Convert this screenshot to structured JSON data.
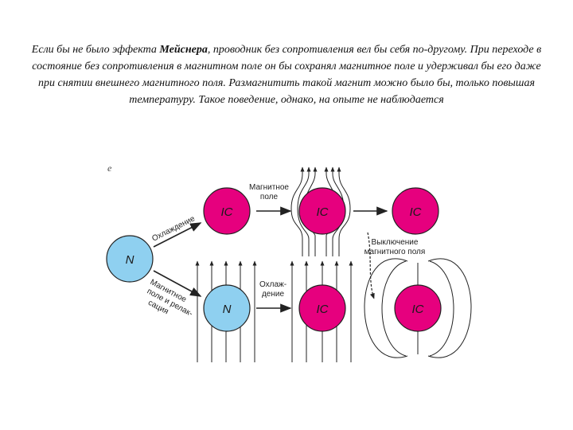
{
  "caption": {
    "part1": "Если бы не было эффекта ",
    "bold": "Мейснера",
    "part2": ", проводник без сопротивления вел бы себя по-другому. При переходе в состояние без сопротивления в магнитном поле он бы сохранял магнитное поле и удерживал бы его даже при снятии внешнего магнитного поля. Размагнитить такой магнит можно было бы, только повышая температуру. Такое поведение, однако, на опыте не наблюдается"
  },
  "diagram": {
    "panel_tag": "e",
    "state_n": "N",
    "state_sc": "ΙC",
    "label_cooling": "Охлаждение",
    "label_field_line1": "Магнитное",
    "label_field_line2": "поле",
    "label_field_relax_1": "Магнитное",
    "label_field_relax_2": "поле и релак-",
    "label_field_relax_3": "сация",
    "label_cool2_line1": "Охлаж-",
    "label_cool2_line2": "дение",
    "label_off_line1": "Выключение",
    "label_off_line2": "магнитного поля",
    "colors": {
      "normal": "#8fd0f0",
      "superconductor": "#e6007e",
      "outline": "#222222"
    }
  }
}
